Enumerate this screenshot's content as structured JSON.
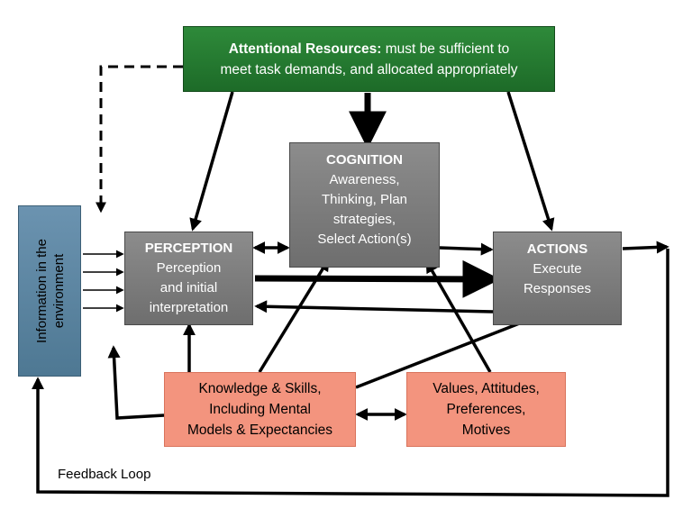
{
  "attention": {
    "title": "Attentional Resources:",
    "line1": "must be sufficient to",
    "line2": "meet task demands, and allocated appropriately"
  },
  "cognition": {
    "title": "COGNITION",
    "lines": [
      "Awareness,",
      "Thinking, Plan",
      "strategies,",
      "Select Action(s)"
    ]
  },
  "perception": {
    "title": "PERCEPTION",
    "lines": [
      "Perception",
      "and initial",
      "interpretation"
    ]
  },
  "actions": {
    "title": "ACTIONS",
    "lines": [
      "Execute",
      "Responses"
    ]
  },
  "environment": {
    "lines": [
      "Information in the",
      "environment"
    ]
  },
  "knowledge": {
    "lines": [
      "Knowledge & Skills,",
      "Including Mental",
      "Models & Expectancies"
    ]
  },
  "values": {
    "lines": [
      "Values, Attitudes,",
      "Preferences,",
      "Motives"
    ]
  },
  "feedback_label": "Feedback Loop",
  "colors": {
    "attention": "#1d6b28",
    "process_box": "#7a7a7a",
    "environment": "#5b84a2",
    "knowledge_values": "#f3947e",
    "arrow": "#000000"
  }
}
